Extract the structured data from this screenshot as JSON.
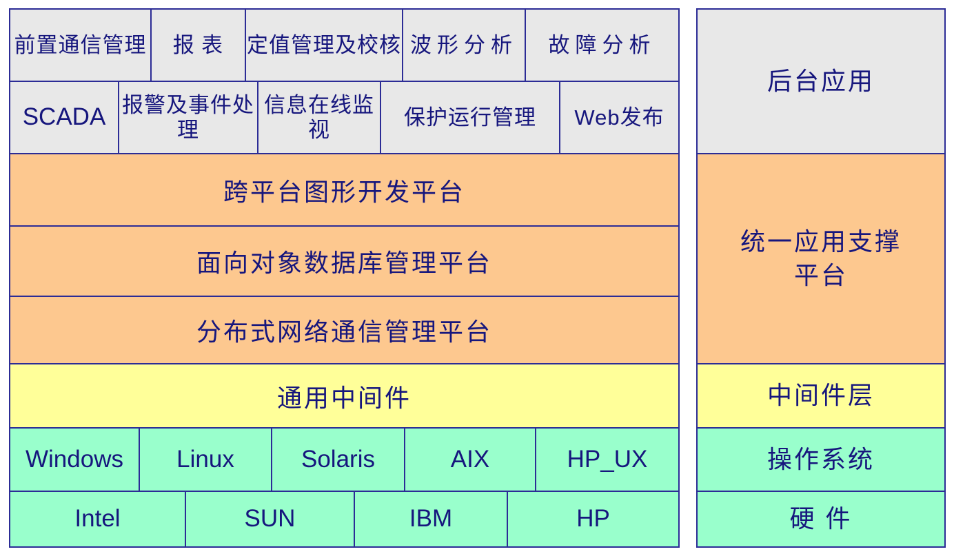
{
  "colors": {
    "border_and_text_navy": "#2c2c96",
    "text": "#16167d",
    "app_gray": "#e8e8e8",
    "platform_orange": "#fdc88f",
    "middleware_yellow": "#ffff99",
    "system_green": "#99ffcc"
  },
  "left": {
    "app_row1": [
      "前置通信管理",
      "报 表",
      "定值管理及校核",
      "波形分析",
      "故障分析"
    ],
    "app_row2": [
      "SCADA",
      "报警及事件处理",
      "信息在线监视",
      "保护运行管理",
      "Web发布"
    ],
    "platform_rows": [
      "跨平台图形开发平台",
      "面向对象数据库管理平台",
      "分布式网络通信管理平台"
    ],
    "middleware": "通用中间件",
    "os_row": [
      "Windows",
      "Linux",
      "Solaris",
      "AIX",
      "HP_UX"
    ],
    "hw_row": [
      "Intel",
      "SUN",
      "IBM",
      "HP"
    ]
  },
  "right": {
    "backend_apps": "后台应用",
    "unified_platform": "统一应用支撑\n平台",
    "middleware_layer": "中间件层",
    "operating_system": "操作系统",
    "hardware": "硬 件"
  }
}
